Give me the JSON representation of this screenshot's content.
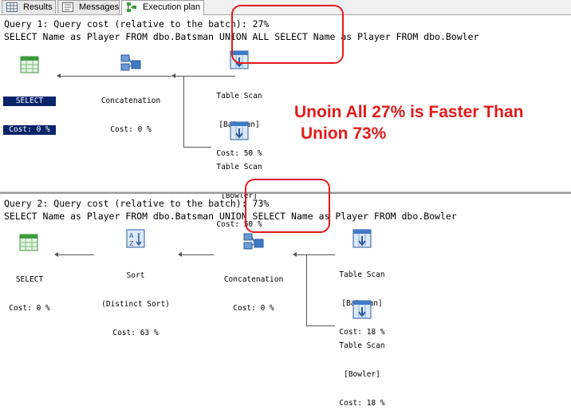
{
  "tabs": [
    {
      "label": "Results",
      "icon": "grid-icon"
    },
    {
      "label": "Messages",
      "icon": "messages-icon"
    },
    {
      "label": "Execution plan",
      "icon": "execution-plan-icon",
      "active": true
    }
  ],
  "query1": {
    "header": "Query 1: Query cost (relative to the batch): 27%",
    "sql": "SELECT Name as Player FROM dbo.Batsman UNION ALL SELECT Name as Player FROM dbo.Bowler",
    "nodes": {
      "select": {
        "label": "SELECT",
        "cost": "Cost: 0 %"
      },
      "concat": {
        "label": "Concatenation",
        "cost": "Cost: 0 %"
      },
      "scan_batsman": {
        "label": "Table Scan",
        "table": "[Batsman]",
        "cost": "Cost: 50 %"
      },
      "scan_bowler": {
        "label": "Table Scan",
        "table": "[Bowler]",
        "cost": "Cost: 50 %"
      }
    }
  },
  "query2": {
    "header": "Query 2: Query cost (relative to the batch): 73%",
    "sql": "SELECT Name as Player FROM dbo.Batsman UNION SELECT Name as Player FROM dbo.Bowler",
    "nodes": {
      "select": {
        "label": "SELECT",
        "cost": "Cost: 0 %"
      },
      "sort": {
        "label": "Sort",
        "detail": "(Distinct Sort)",
        "cost": "Cost: 63 %"
      },
      "concat": {
        "label": "Concatenation",
        "cost": "Cost: 0 %"
      },
      "scan_batsman": {
        "label": "Table Scan",
        "table": "[Batsman]",
        "cost": "Cost: 18 %"
      },
      "scan_bowler": {
        "label": "Table Scan",
        "table": "[Bowler]",
        "cost": "Cost: 18 %"
      }
    }
  },
  "annotation": {
    "line1": "Unoin All 27% is Faster Than",
    "line2": "Union 73%",
    "color": "#e31b1b"
  }
}
